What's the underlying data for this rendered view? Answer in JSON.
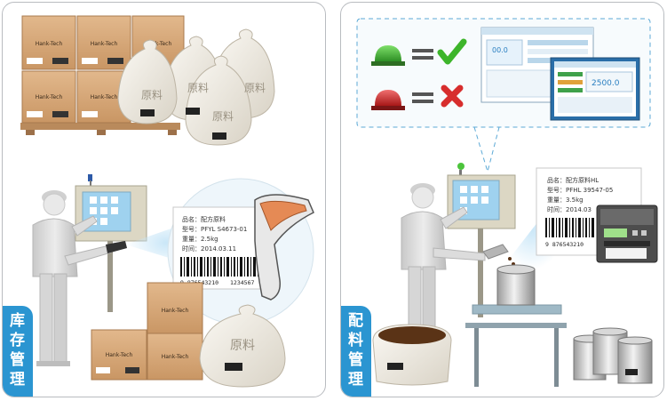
{
  "left_panel": {
    "tab_label": [
      "库",
      "存",
      "管",
      "理"
    ],
    "box_brand": "Hank-Tech",
    "sack_label": "原料",
    "screen_label": {
      "name": "品名：配方原料",
      "model": "型号：PFYL S4673-01",
      "weight": "重量：2.5kg",
      "time": "时间：2014.03.11",
      "barcode_left": "9 876543210",
      "barcode_right": "1234567"
    }
  },
  "right_panel": {
    "tab_label": [
      "配",
      "料",
      "管",
      "理"
    ],
    "indicator_ok": "green-light",
    "indicator_fail": "red-light",
    "monitor_readouts": [
      "00.0",
      "2500.0"
    ],
    "label": {
      "name": "品名：配方原料HL",
      "model": "型号：PFHL 39547-05",
      "weight": "重量：3.5kg",
      "time": "时间：2014.03",
      "barcode_left": "9 876543210"
    }
  },
  "colors": {
    "accent_blue": "#2b95d1",
    "border": "#b9bcc0",
    "box": "#d9ad82",
    "sack": "#efebe2"
  }
}
